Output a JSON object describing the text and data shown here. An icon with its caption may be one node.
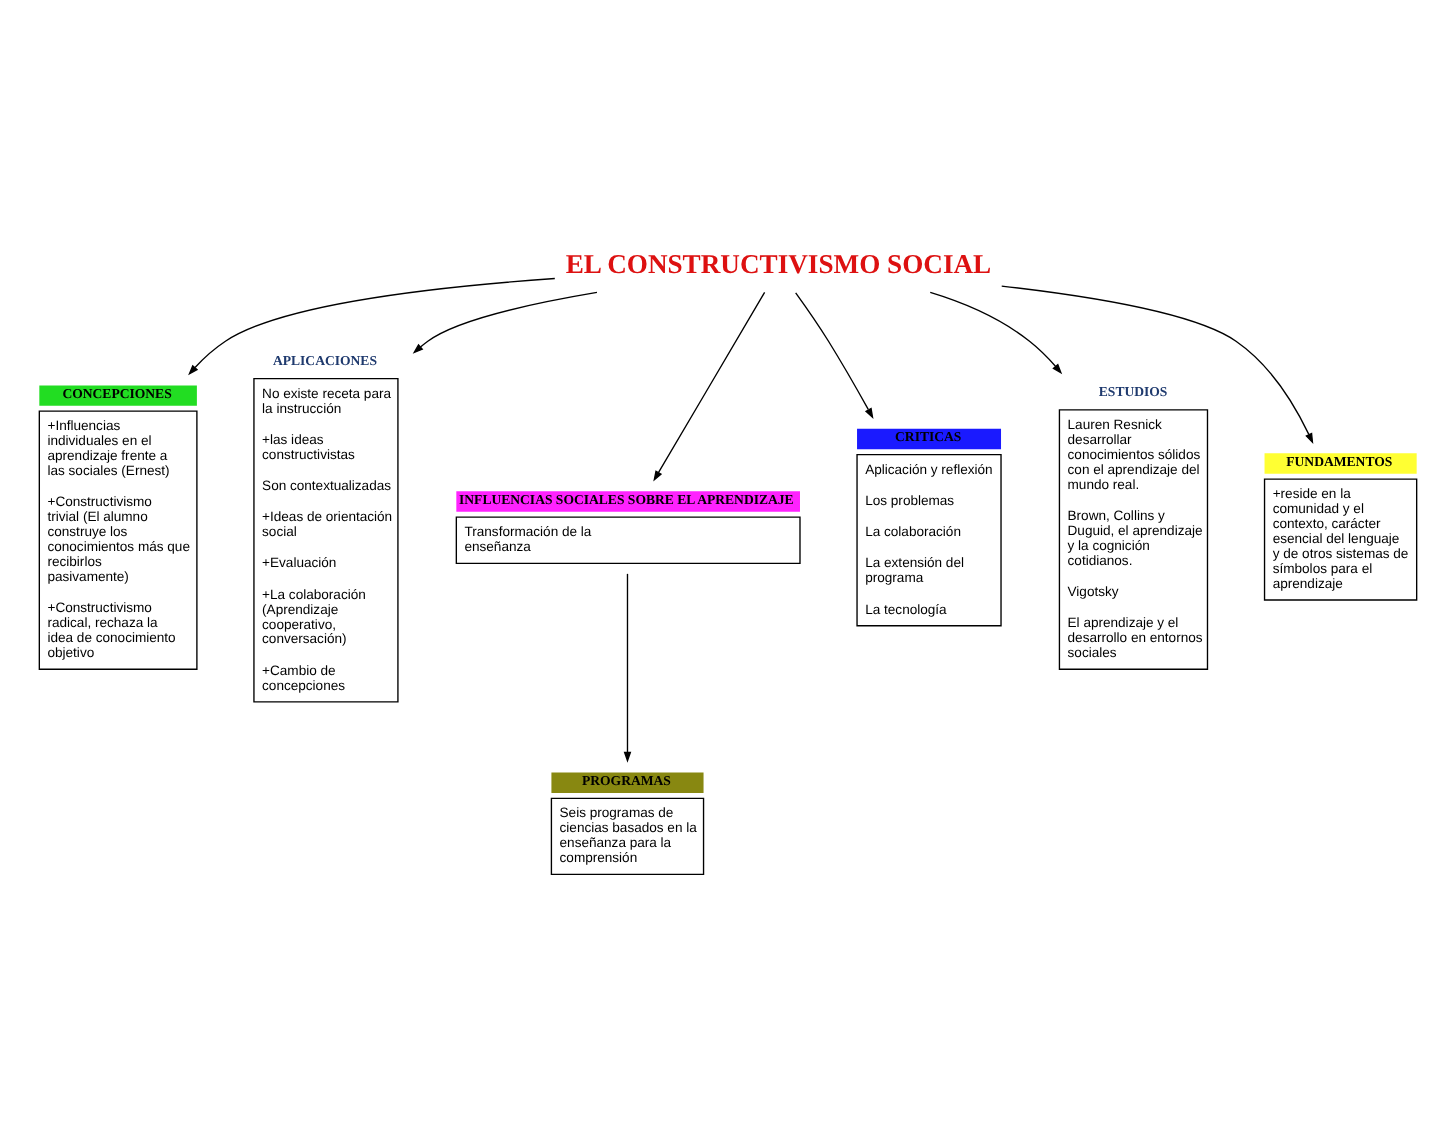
{
  "diagram": {
    "nodes": [
      {
        "text": [
          "EL CONSTRUCTIVISMO SOCIAL"
        ]
      },
      {
        "text": [
          "CONCEPCIONES",
          "+Influencias individuales en el aprendizaje frente a las sociales (Ernest)",
          "+Constructivismo trivial (El alumno construye los conocimientos más que recibirlos pasivamente)",
          "+Constructivismo radical, rechaza la idea de conocimiento objetivo"
        ]
      },
      {
        "text": [
          "APLICACIONES",
          "No existe receta para la instrucción",
          "+las ideas constructivistas",
          "Son contextualizadas",
          "+Ideas de orientación social",
          "+Evaluación",
          "+La colaboración (Aprendizaje cooperativo, conversación)",
          "+Cambio de concepciones"
        ]
      },
      {
        "text": [
          "INFLUENCIAS SOCIALES SOBRE EL APRENDIZAJE",
          "Transformación de la enseñanza"
        ]
      },
      {
        "text": [
          "PROGRAMAS",
          "Seis programas de ciencias basados en la enseñanza para la comprensión"
        ]
      },
      {
        "text": [
          "CRITICAS",
          "Aplicación y reflexión",
          "Los problemas",
          "La colaboración",
          "La extensión del programa",
          "La tecnología"
        ]
      },
      {
        "text": [
          "ESTUDIOS",
          "Lauren Resnick desarrollar conocimientos sólidos con el aprendizaje del mundo real.",
          "Brown, Collins y Duguid, el aprendizaje y la cognición cotidianos.",
          "Vigotsky",
          "El aprendizaje y el desarrollo en entornos sociales"
        ]
      },
      {
        "text": [
          "FUNDAMENTOS",
          "+reside en la comunidad y el contexto, carácter esencial del lenguaje y de otros sistemas de símbolos para el aprendizaje"
        ]
      }
    ],
    "edges": [
      {
        "from": 0,
        "to": 1,
        "arrow": "to"
      },
      {
        "from": 0,
        "to": 2,
        "arrow": "to"
      },
      {
        "from": 0,
        "to": 3,
        "arrow": "to"
      },
      {
        "from": 0,
        "to": 5,
        "arrow": "to"
      },
      {
        "from": 0,
        "to": 6,
        "arrow": "to"
      },
      {
        "from": 0,
        "to": 7,
        "arrow": "to"
      },
      {
        "from": 3,
        "to": 4,
        "arrow": "to"
      }
    ]
  }
}
